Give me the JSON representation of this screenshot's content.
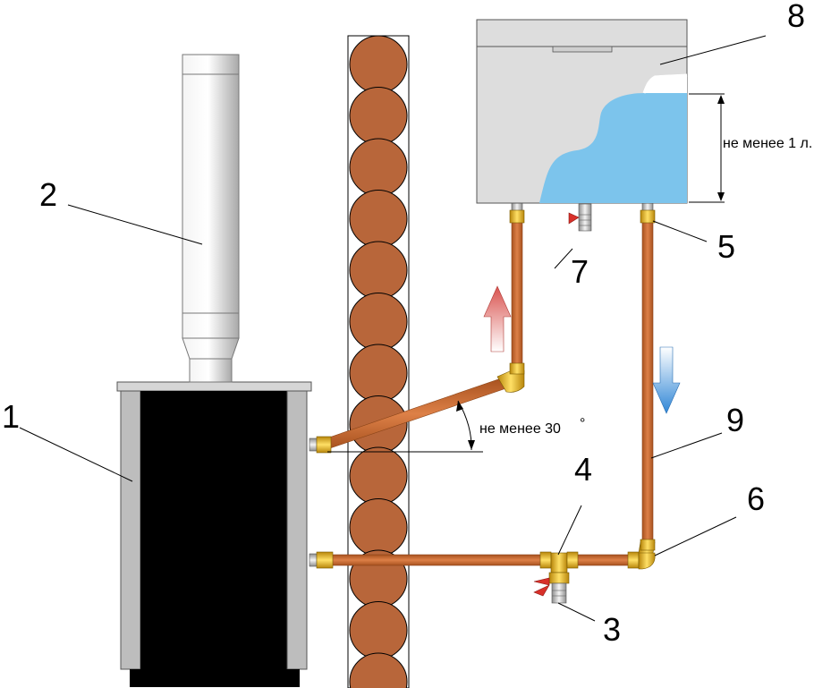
{
  "labels": {
    "boiler": "1",
    "chimney": "2",
    "drain_valve": "3",
    "tee": "4",
    "tank_fitting": "5",
    "elbow": "6",
    "tank_valve": "7",
    "tank": "8",
    "pipe": "9"
  },
  "notes": {
    "level": "не менее 1 л.",
    "angle": "не менее 30",
    "degree": "°"
  },
  "colors": {
    "pipe": "#c8692e",
    "log": "#b8663a",
    "water": "#7cc4ec",
    "tank_body": "#dddddd",
    "boiler_body": "#000000",
    "boiler_side": "#bdbdbd",
    "fitting": "#e4b41e",
    "handle": "#d8302a"
  }
}
